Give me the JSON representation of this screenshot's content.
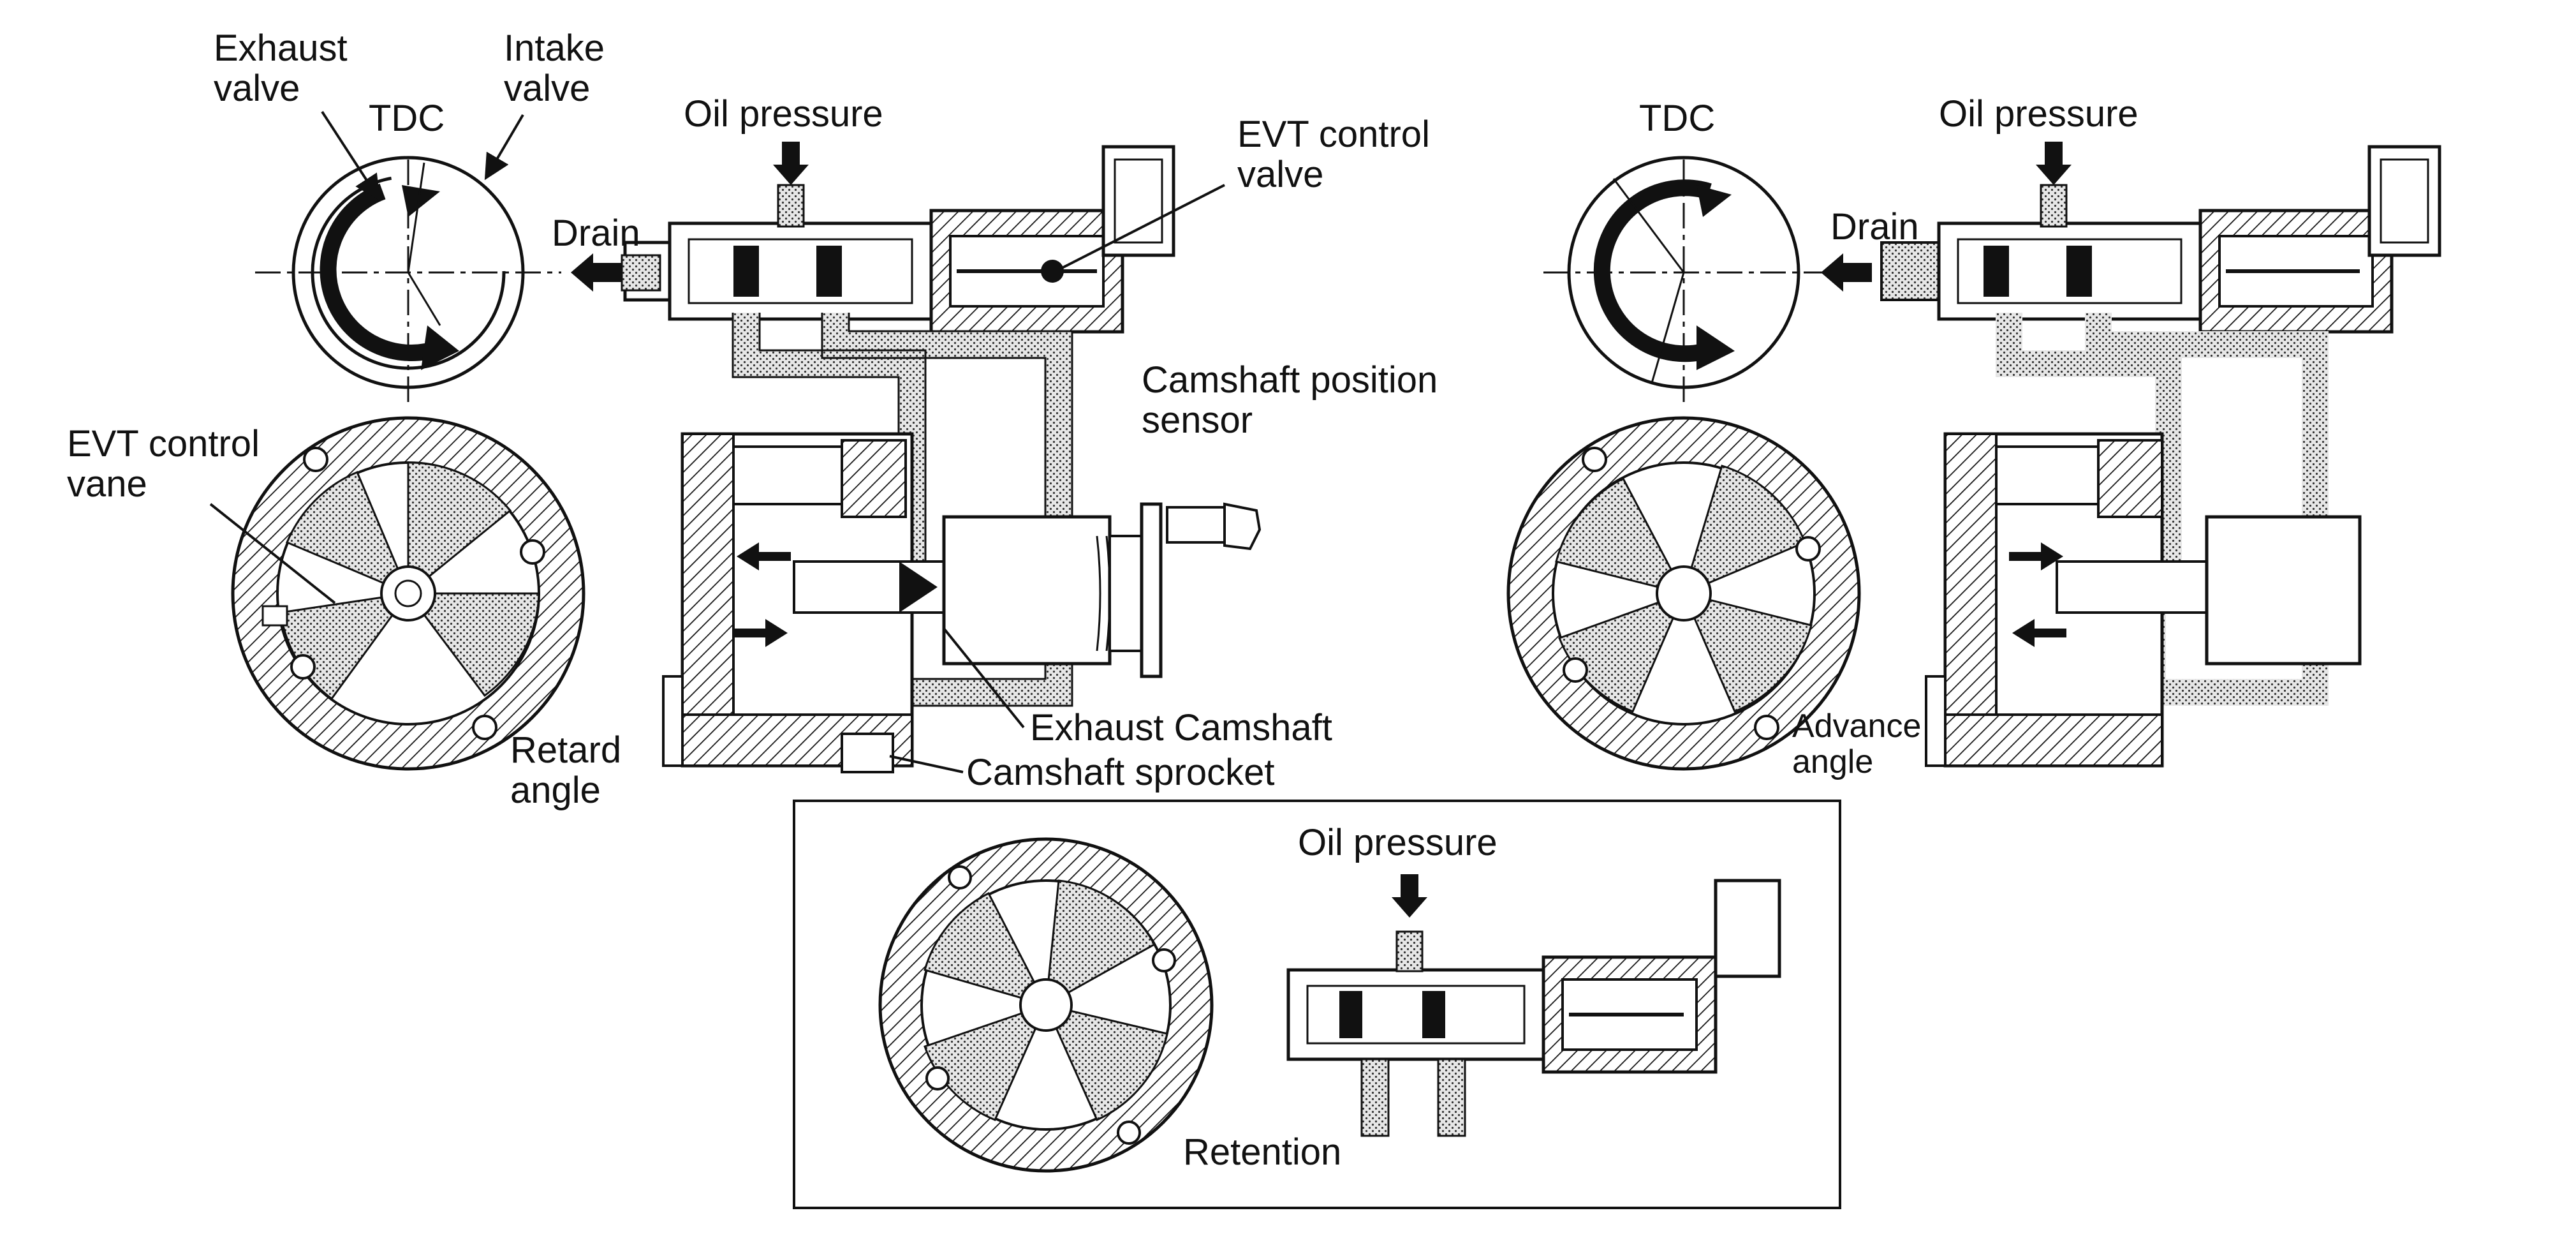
{
  "retard_diagram": {
    "exhaust_valve": "Exhaust\nvalve",
    "intake_valve": "Intake\nvalve",
    "tdc": "TDC",
    "oil_pressure": "Oil pressure",
    "drain": "Drain",
    "evt_control_valve": "EVT control\nvalve",
    "camshaft_position_sensor": "Camshaft position\nsensor",
    "evt_control_vane": "EVT control\nvane",
    "exhaust_camshaft": "Exhaust Camshaft",
    "camshaft_sprocket": "Camshaft sprocket",
    "state": "Retard\nangle"
  },
  "advance_diagram": {
    "tdc": "TDC",
    "oil_pressure": "Oil pressure",
    "drain": "Drain",
    "state": "Advance\nangle"
  },
  "retention_diagram": {
    "oil_pressure": "Oil pressure",
    "state": "Retention"
  },
  "colors": {
    "ink": "#111111",
    "hatch": "#111111",
    "stipple": "#9a9a9a",
    "background": "#ffffff"
  }
}
